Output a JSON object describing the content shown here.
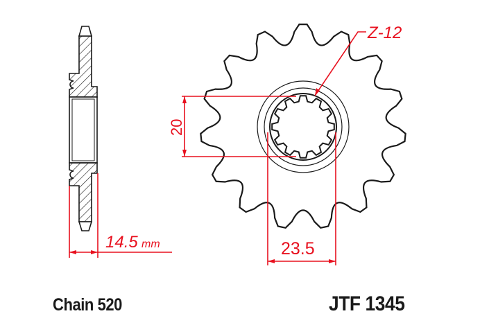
{
  "drawing": {
    "title": "Front sprocket technical drawing",
    "dimensions": {
      "tooth_count_label": "Z-12",
      "spline_height": "20",
      "spline_width": "23.5",
      "thickness": "14.5",
      "thickness_unit": "mm"
    },
    "colors": {
      "outline": "#1a1a1a",
      "dimension": "#e8101e",
      "background": "#ffffff"
    }
  },
  "captions": {
    "chain": "Chain 520",
    "part_number": "JTF 1345"
  }
}
